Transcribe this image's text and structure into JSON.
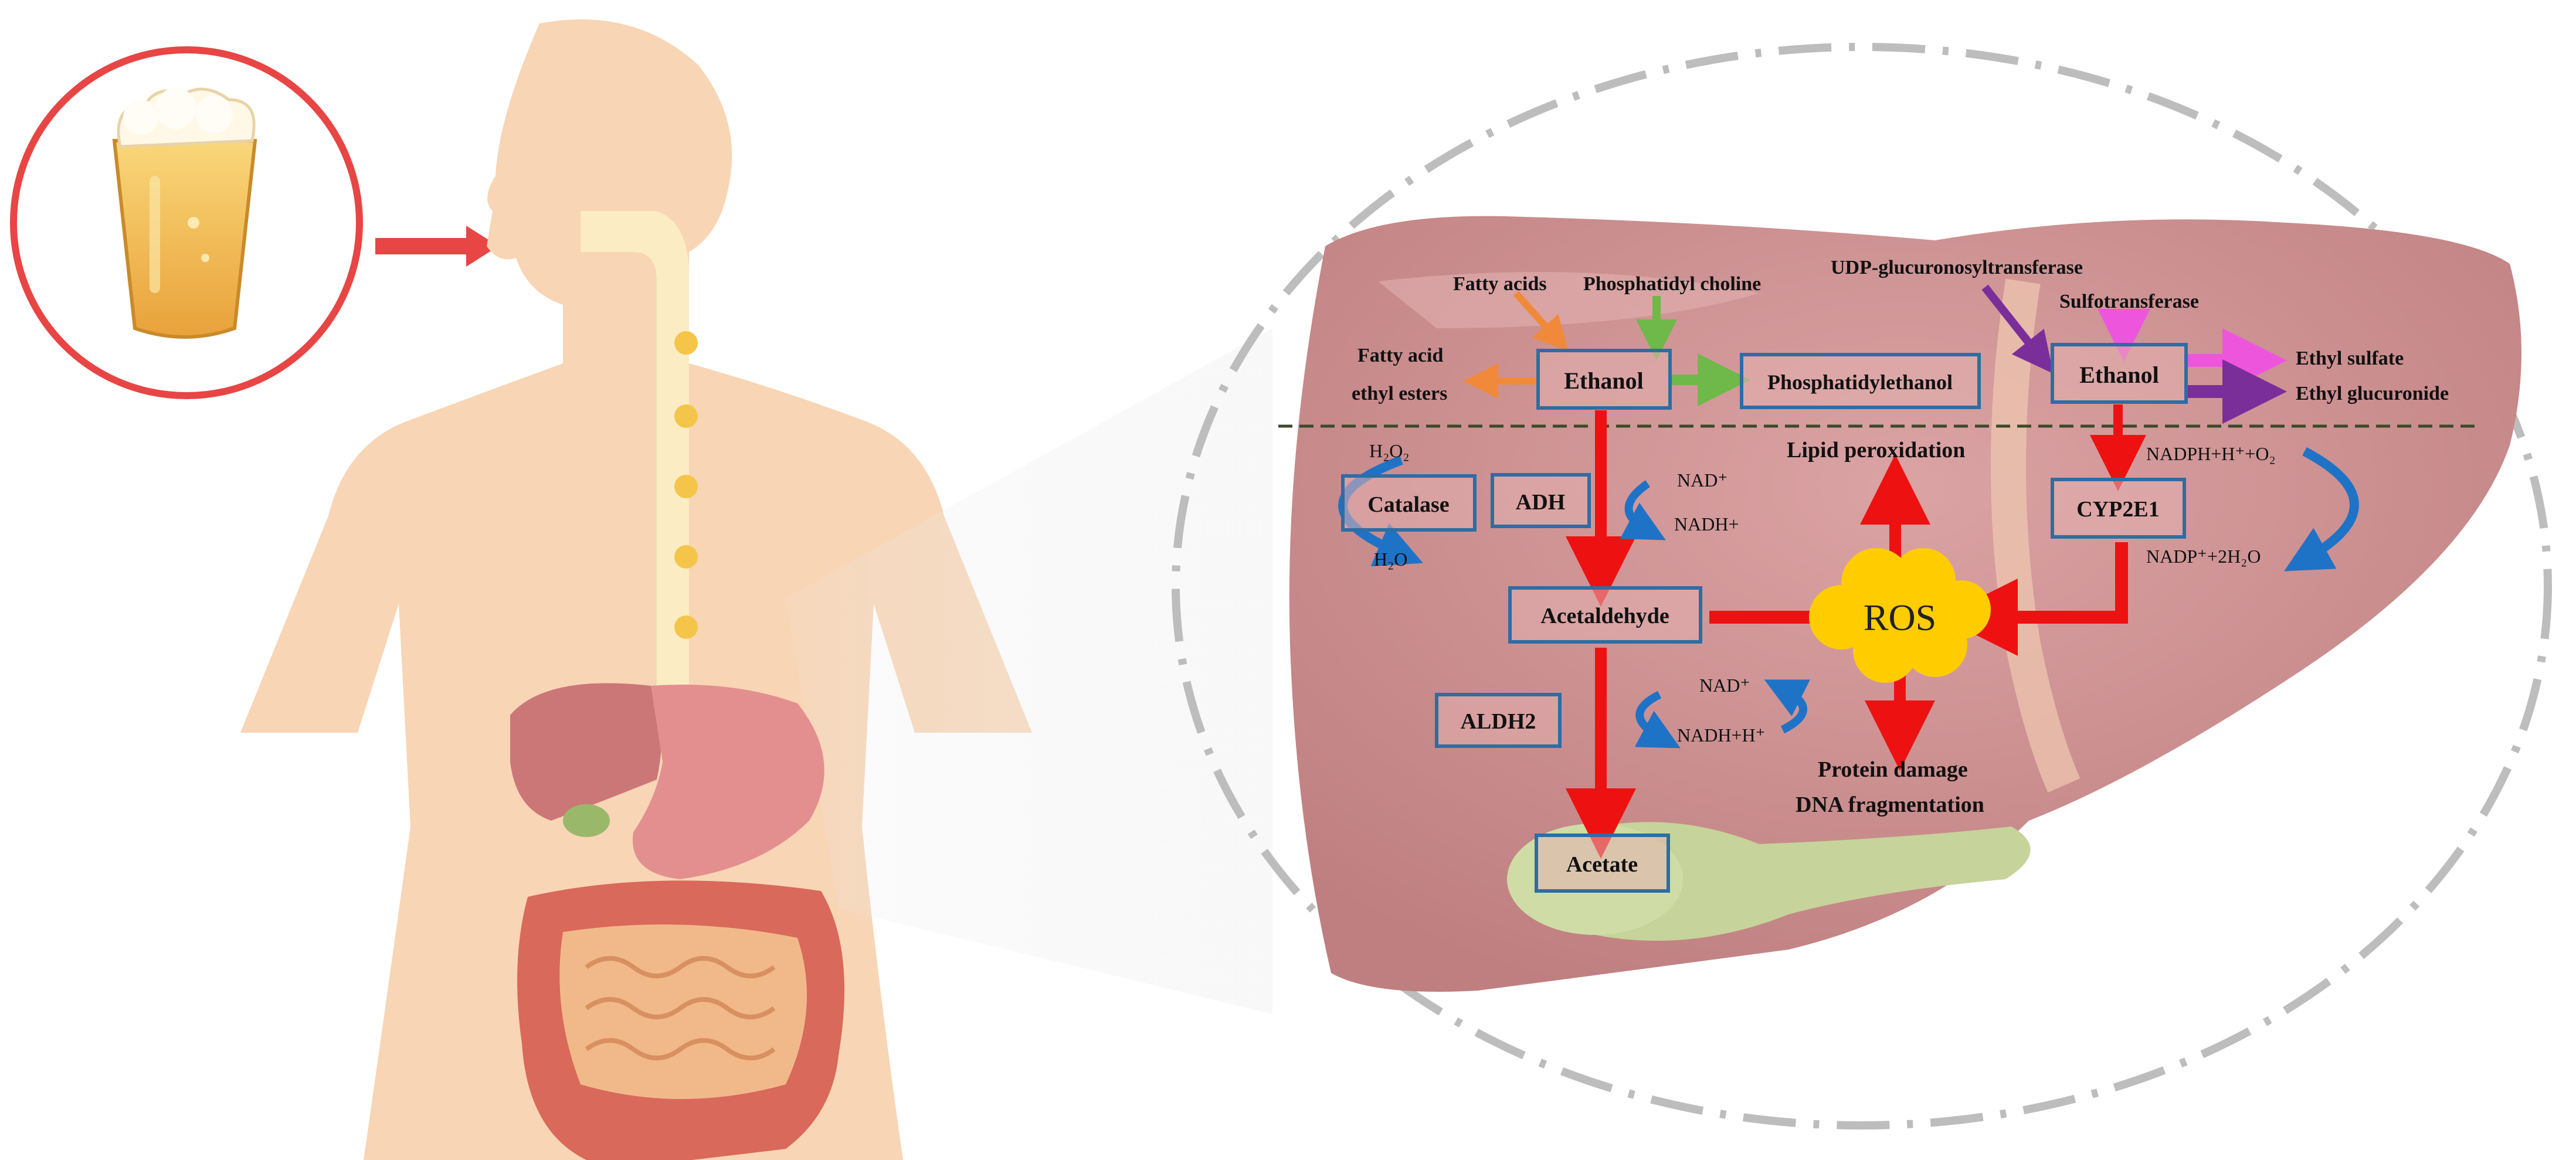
{
  "colors": {
    "body_skin": "#f8d5b5",
    "liver": "#c9898a",
    "liver_light": "#e3b0b0",
    "pathway_red": "#ee1111",
    "box_border": "#2e6da4",
    "ros_yellow": "#ffcc00",
    "dashed_divider": "#3b4a2a",
    "recycle_blue": "#1f73c7",
    "fatty_acid_orange": "#f08a3a",
    "phosphatidyl_green": "#6fb84a",
    "ugt_purple": "#7a2e9a",
    "sulfo_magenta": "#ee55dd",
    "glass_circle": "#e84545"
  },
  "icons": {
    "beer": "beer-glass-icon",
    "body": "human-body-silhouette",
    "liver": "liver-organ"
  },
  "nodes": {
    "ethanol_left": "Ethanol",
    "ethanol_right": "Ethanol",
    "phosphatidylethanol": "Phosphatidylethanol",
    "catalase": "Catalase",
    "adh": "ADH",
    "acetaldehyde": "Acetaldehyde",
    "aldh2": "ALDH2",
    "acetate": "Acetate",
    "cyp2e1": "CYP2E1",
    "ros": "ROS"
  },
  "labels": {
    "fatty_acids": "Fatty acids",
    "phosphatidyl_choline": "Phosphatidyl choline",
    "fatty_acid_ethyl_esters_1": "Fatty acid",
    "fatty_acid_ethyl_esters_2": "ethyl esters",
    "ugt": "UDP-glucuronosyltransferase",
    "sulfotransferase": "Sulfotransferase",
    "ethyl_sulfate": "Ethyl sulfate",
    "ethyl_glucuronide": "Ethyl glucuronide",
    "h2o2": "H₂O₂",
    "h2o": "H₂O",
    "nad_plus_1": "NAD⁺",
    "nadh_plus": "NADH+",
    "nad_plus_2": "NAD⁺",
    "nadh_h_plus": "NADH+H⁺",
    "nadph": "NADPH+H⁺+O₂",
    "nadp": "NADP⁺+2H₂O",
    "lipid_peroxidation": "Lipid peroxidation",
    "protein_damage": "Protein damage",
    "dna_fragmentation": "DNA fragmentation"
  }
}
